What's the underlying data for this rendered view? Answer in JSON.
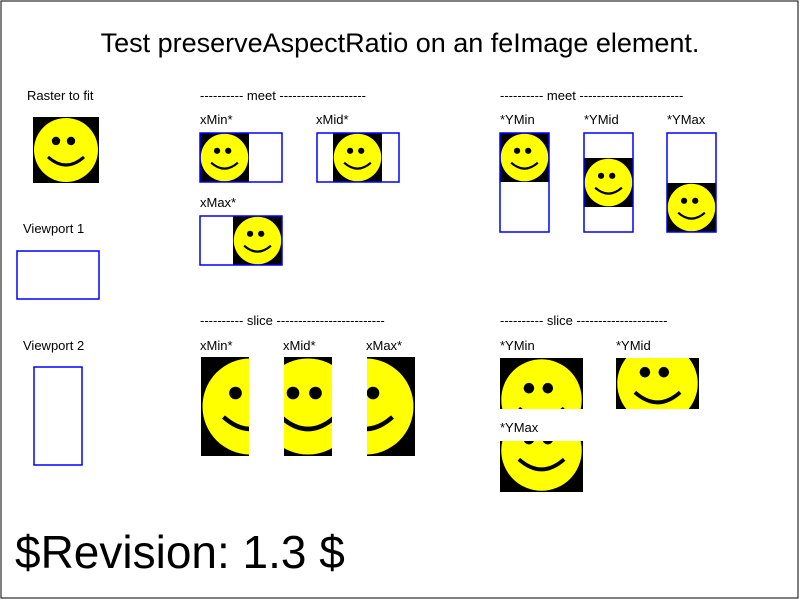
{
  "title": "Test preserveAspectRatio on an feImage element.",
  "revision": "$Revision: 1.3 $",
  "raster_label": "Raster to fit",
  "viewport1_label": "Viewport 1",
  "viewport2_label": "Viewport 2",
  "meet_left_header": "---------- meet --------------------",
  "meet_right_header": "---------- meet ------------------------",
  "slice_left_header": "---------- slice -------------------------",
  "slice_right_header": "---------- slice ---------------------",
  "meet_x": {
    "min": "xMin*",
    "mid": "xMid*",
    "max": "xMax*"
  },
  "meet_y": {
    "min": "*YMin",
    "mid": "*YMid",
    "max": "*YMax"
  },
  "slice_x": {
    "min": "xMin*",
    "mid": "xMid*",
    "max": "xMax*"
  },
  "slice_y": {
    "min": "*YMin",
    "mid": "*YMid",
    "max": "*YMax"
  },
  "colors": {
    "face": "#ffff00",
    "raster_bg": "#000000",
    "viewport_stroke": "#0000ff",
    "frame": "#000000"
  },
  "icons": {
    "smiley": "smiley-face-icon"
  }
}
